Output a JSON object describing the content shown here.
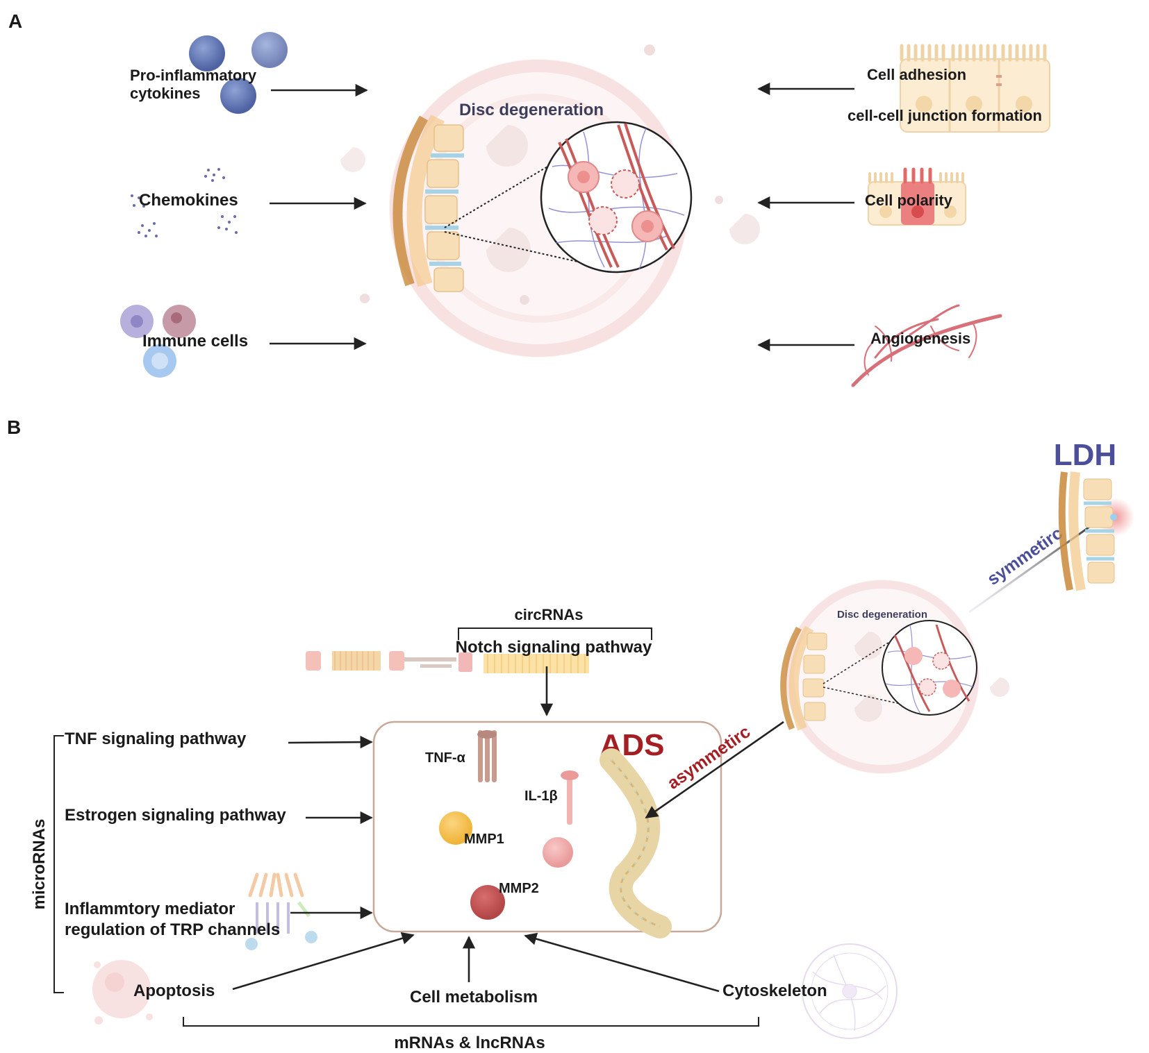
{
  "panel_a": {
    "letter": "A",
    "center_title": "Disc degeneration",
    "left_items": [
      {
        "line1": "Pro-inflammatory",
        "line2": "cytokines",
        "icon": "cytokine-spheres-icon"
      },
      {
        "line1": "Chemokines",
        "icon": "chemokine-dots-icon"
      },
      {
        "line1": "Immune cells",
        "icon": "immune-cells-icon"
      }
    ],
    "right_items": [
      {
        "line1": "Cell adhesion",
        "line2": "cell-cell junction formation",
        "icon": "epithelial-cells-icon"
      },
      {
        "line1": "Cell polarity",
        "icon": "polarized-cells-icon"
      },
      {
        "line1": "Angiogenesis",
        "icon": "blood-vessels-icon"
      }
    ]
  },
  "panel_b": {
    "letter": "B",
    "top_bracket_label": "circRNAs",
    "notch_label": "Notch signaling pathway",
    "left_bracket_label": "microRNAs",
    "left_items": [
      {
        "line1": "TNF signaling pathway"
      },
      {
        "line1": "Estrogen signaling pathway"
      },
      {
        "line1": "Inflammtory mediator",
        "line2": "regulation of TRP channels"
      }
    ],
    "box": {
      "title": "ADS",
      "molecules": [
        "TNF-α",
        "IL-1β",
        "MMP1",
        "MMP2"
      ]
    },
    "bottom_items": [
      "Apoptosis",
      "Cell metabolism",
      "Cytoskeleton"
    ],
    "bottom_bracket_label": "mRNAs & lncRNAs",
    "disc_title": "Disc degeneration",
    "asym_label": "asymmetirc",
    "sym_label": "symmetirc",
    "ldh_label": "LDH"
  },
  "colors": {
    "ads_red": "#a31f24",
    "ldh_blue": "#4b4f9a",
    "sym_blue": "#4b4f9a",
    "arrow": "#222222",
    "box_border": "#c8a898"
  }
}
